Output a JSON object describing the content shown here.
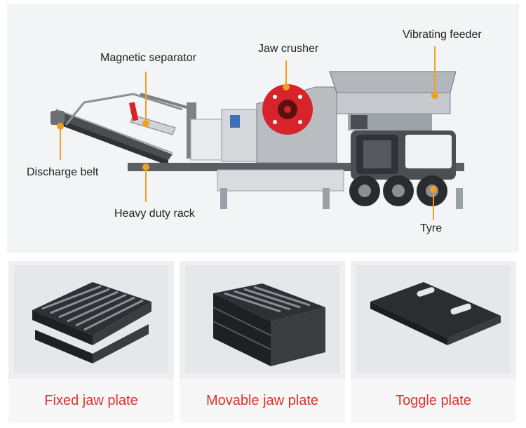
{
  "callouts": {
    "magnetic_separator": "Magnetic separator",
    "jaw_crusher": "Jaw crusher",
    "vibrating_feeder": "Vibrating feeder",
    "discharge_belt": "Discharge belt",
    "heavy_duty_rack": "Heavy duty rack",
    "tyre": "Tyre"
  },
  "parts": [
    {
      "label": "Fixed jaw plate"
    },
    {
      "label": "Movable jaw plate"
    },
    {
      "label": "Toggle plate"
    }
  ],
  "colors": {
    "leader_line": "#f0a020",
    "caption_text": "#e0322c",
    "crusher_flywheel": "#d8232a"
  }
}
